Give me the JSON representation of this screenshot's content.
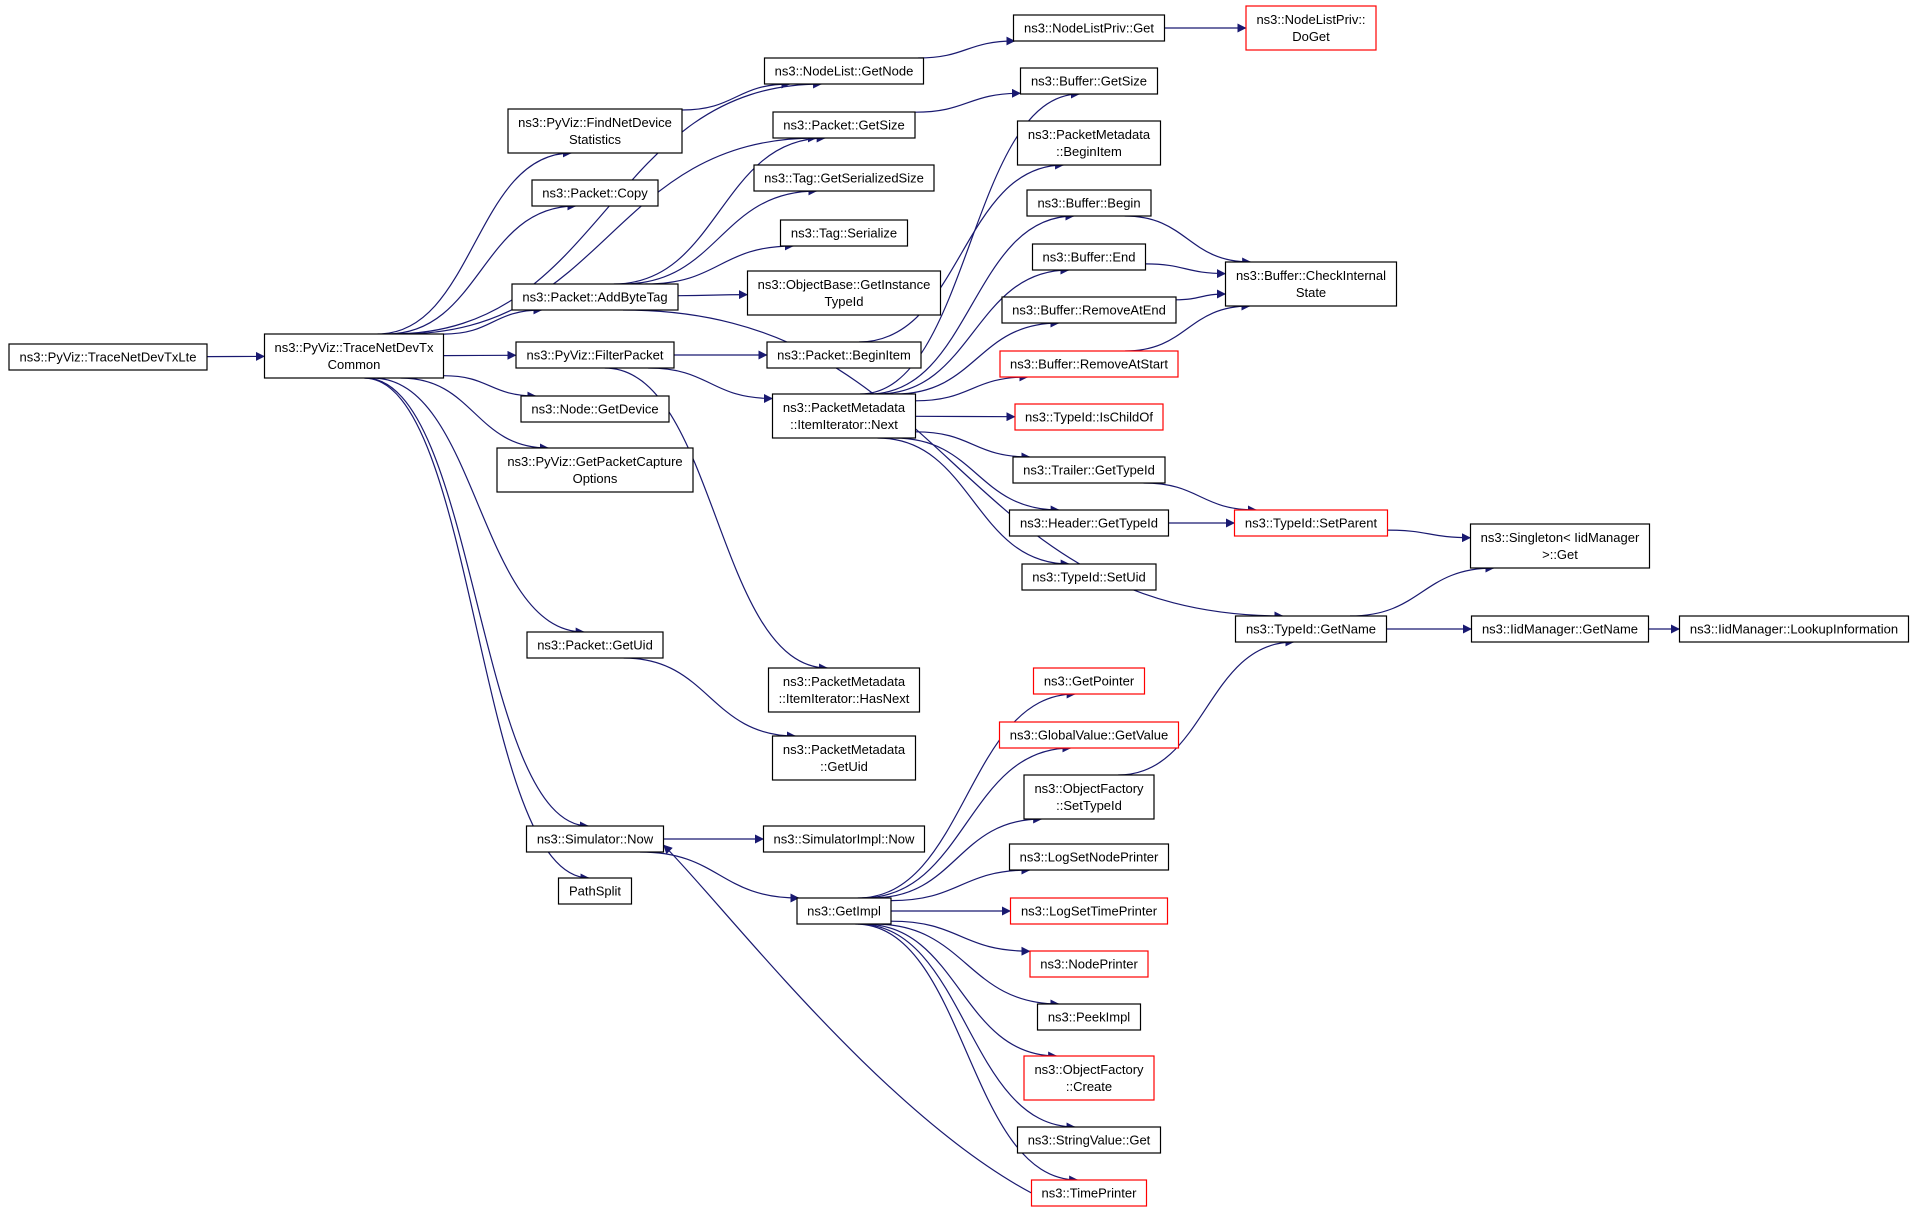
{
  "colors": {
    "edge": "#191970",
    "node_border": "#000000",
    "node_border_incomplete": "#ff0000",
    "root_fill": "#bfbfbf",
    "node_fill": "#ffffff",
    "text": "#000000"
  },
  "nodes": [
    {
      "id": "TraceNetDevTxLte",
      "lines": [
        "ns3::PyViz::TraceNetDevTxLte"
      ],
      "style": "root"
    },
    {
      "id": "TraceNetDevTxCommon",
      "lines": [
        "ns3::PyViz::TraceNetDevTx",
        "Common"
      ],
      "style": "normal"
    },
    {
      "id": "FindNetDeviceStatistics",
      "lines": [
        "ns3::PyViz::FindNetDevice",
        "Statistics"
      ],
      "style": "normal"
    },
    {
      "id": "PacketCopy",
      "lines": [
        "ns3::Packet::Copy"
      ],
      "style": "normal"
    },
    {
      "id": "PacketAddByteTag",
      "lines": [
        "ns3::Packet::AddByteTag"
      ],
      "style": "normal"
    },
    {
      "id": "FilterPacket",
      "lines": [
        "ns3::PyViz::FilterPacket"
      ],
      "style": "normal"
    },
    {
      "id": "NodeGetDevice",
      "lines": [
        "ns3::Node::GetDevice"
      ],
      "style": "normal"
    },
    {
      "id": "GetPacketCaptureOptions",
      "lines": [
        "ns3::PyViz::GetPacketCapture",
        "Options"
      ],
      "style": "normal"
    },
    {
      "id": "PacketGetUid",
      "lines": [
        "ns3::Packet::GetUid"
      ],
      "style": "normal"
    },
    {
      "id": "SimulatorNow",
      "lines": [
        "ns3::Simulator::Now"
      ],
      "style": "normal"
    },
    {
      "id": "PathSplit",
      "lines": [
        "PathSplit"
      ],
      "style": "normal"
    },
    {
      "id": "NodeListGetNode",
      "lines": [
        "ns3::NodeList::GetNode"
      ],
      "style": "normal"
    },
    {
      "id": "PacketGetSize",
      "lines": [
        "ns3::Packet::GetSize"
      ],
      "style": "normal"
    },
    {
      "id": "TagGetSerializedSize",
      "lines": [
        "ns3::Tag::GetSerializedSize"
      ],
      "style": "normal"
    },
    {
      "id": "TagSerialize",
      "lines": [
        "ns3::Tag::Serialize"
      ],
      "style": "normal"
    },
    {
      "id": "ObjectBaseGetInstanceTypeId",
      "lines": [
        "ns3::ObjectBase::GetInstance",
        "TypeId"
      ],
      "style": "normal"
    },
    {
      "id": "PacketBeginItem",
      "lines": [
        "ns3::Packet::BeginItem"
      ],
      "style": "normal"
    },
    {
      "id": "ItemIteratorNext",
      "lines": [
        "ns3::PacketMetadata",
        "::ItemIterator::Next"
      ],
      "style": "normal"
    },
    {
      "id": "ItemIteratorHasNext",
      "lines": [
        "ns3::PacketMetadata",
        "::ItemIterator::HasNext"
      ],
      "style": "normal"
    },
    {
      "id": "PacketMetadataGetUid",
      "lines": [
        "ns3::PacketMetadata",
        "::GetUid"
      ],
      "style": "normal"
    },
    {
      "id": "SimulatorImplNow",
      "lines": [
        "ns3::SimulatorImpl::Now"
      ],
      "style": "normal"
    },
    {
      "id": "GetImpl",
      "lines": [
        "ns3::GetImpl"
      ],
      "style": "normal"
    },
    {
      "id": "NodeListPrivGet",
      "lines": [
        "ns3::NodeListPriv::Get"
      ],
      "style": "normal"
    },
    {
      "id": "NodeListPrivDoGet",
      "lines": [
        "ns3::NodeListPriv::",
        "DoGet"
      ],
      "style": "incomplete"
    },
    {
      "id": "BufferGetSize",
      "lines": [
        "ns3::Buffer::GetSize"
      ],
      "style": "normal"
    },
    {
      "id": "PacketMetadataBeginItem",
      "lines": [
        "ns3::PacketMetadata",
        "::BeginItem"
      ],
      "style": "normal"
    },
    {
      "id": "BufferBegin",
      "lines": [
        "ns3::Buffer::Begin"
      ],
      "style": "normal"
    },
    {
      "id": "BufferEnd",
      "lines": [
        "ns3::Buffer::End"
      ],
      "style": "normal"
    },
    {
      "id": "BufferRemoveAtEnd",
      "lines": [
        "ns3::Buffer::RemoveAtEnd"
      ],
      "style": "normal"
    },
    {
      "id": "BufferRemoveAtStart",
      "lines": [
        "ns3::Buffer::RemoveAtStart"
      ],
      "style": "incomplete"
    },
    {
      "id": "TypeIdIsChildOf",
      "lines": [
        "ns3::TypeId::IsChildOf"
      ],
      "style": "incomplete"
    },
    {
      "id": "TrailerGetTypeId",
      "lines": [
        "ns3::Trailer::GetTypeId"
      ],
      "style": "normal"
    },
    {
      "id": "HeaderGetTypeId",
      "lines": [
        "ns3::Header::GetTypeId"
      ],
      "style": "normal"
    },
    {
      "id": "TypeIdSetUid",
      "lines": [
        "ns3::TypeId::SetUid"
      ],
      "style": "normal"
    },
    {
      "id": "BufferCheckInternalState",
      "lines": [
        "ns3::Buffer::CheckInternal",
        "State"
      ],
      "style": "normal"
    },
    {
      "id": "TypeIdSetParent",
      "lines": [
        "ns3::TypeId::SetParent"
      ],
      "style": "incomplete"
    },
    {
      "id": "TypeIdGetName",
      "lines": [
        "ns3::TypeId::GetName"
      ],
      "style": "normal"
    },
    {
      "id": "SingletonIidManagerGet",
      "lines": [
        "ns3::Singleton< IidManager",
        ">::Get"
      ],
      "style": "normal"
    },
    {
      "id": "IidManagerGetName",
      "lines": [
        "ns3::IidManager::GetName"
      ],
      "style": "normal"
    },
    {
      "id": "IidManagerLookupInformation",
      "lines": [
        "ns3::IidManager::LookupInformation"
      ],
      "style": "normal"
    },
    {
      "id": "GetPointer",
      "lines": [
        "ns3::GetPointer"
      ],
      "style": "incomplete"
    },
    {
      "id": "GlobalValueGetValue",
      "lines": [
        "ns3::GlobalValue::GetValue"
      ],
      "style": "incomplete"
    },
    {
      "id": "ObjectFactorySetTypeId",
      "lines": [
        "ns3::ObjectFactory",
        "::SetTypeId"
      ],
      "style": "normal"
    },
    {
      "id": "LogSetNodePrinter",
      "lines": [
        "ns3::LogSetNodePrinter"
      ],
      "style": "normal"
    },
    {
      "id": "LogSetTimePrinter",
      "lines": [
        "ns3::LogSetTimePrinter"
      ],
      "style": "incomplete"
    },
    {
      "id": "NodePrinter",
      "lines": [
        "ns3::NodePrinter"
      ],
      "style": "incomplete"
    },
    {
      "id": "PeekImpl",
      "lines": [
        "ns3::PeekImpl"
      ],
      "style": "normal"
    },
    {
      "id": "ObjectFactoryCreate",
      "lines": [
        "ns3::ObjectFactory",
        "::Create"
      ],
      "style": "incomplete"
    },
    {
      "id": "StringValueGet",
      "lines": [
        "ns3::StringValue::Get"
      ],
      "style": "normal"
    },
    {
      "id": "TimePrinter",
      "lines": [
        "ns3::TimePrinter"
      ],
      "style": "incomplete"
    }
  ],
  "edges": [
    [
      "TraceNetDevTxLte",
      "TraceNetDevTxCommon"
    ],
    [
      "TraceNetDevTxCommon",
      "NodeListGetNode"
    ],
    [
      "TraceNetDevTxCommon",
      "FindNetDeviceStatistics"
    ],
    [
      "TraceNetDevTxCommon",
      "PacketCopy"
    ],
    [
      "TraceNetDevTxCommon",
      "PacketGetSize"
    ],
    [
      "TraceNetDevTxCommon",
      "PacketAddByteTag"
    ],
    [
      "TraceNetDevTxCommon",
      "FilterPacket"
    ],
    [
      "TraceNetDevTxCommon",
      "NodeGetDevice"
    ],
    [
      "TraceNetDevTxCommon",
      "GetPacketCaptureOptions"
    ],
    [
      "TraceNetDevTxCommon",
      "PacketGetUid"
    ],
    [
      "TraceNetDevTxCommon",
      "SimulatorNow"
    ],
    [
      "TraceNetDevTxCommon",
      "PathSplit"
    ],
    [
      "FindNetDeviceStatistics",
      "NodeListGetNode"
    ],
    [
      "NodeListGetNode",
      "NodeListPrivGet"
    ],
    [
      "NodeListPrivGet",
      "NodeListPrivDoGet"
    ],
    [
      "PacketGetSize",
      "BufferGetSize"
    ],
    [
      "PacketAddByteTag",
      "PacketGetSize"
    ],
    [
      "PacketAddByteTag",
      "TagGetSerializedSize"
    ],
    [
      "PacketAddByteTag",
      "TagSerialize"
    ],
    [
      "PacketAddByteTag",
      "ObjectBaseGetInstanceTypeId"
    ],
    [
      "PacketAddByteTag",
      "TypeIdGetName"
    ],
    [
      "FilterPacket",
      "PacketBeginItem"
    ],
    [
      "FilterPacket",
      "ItemIteratorNext"
    ],
    [
      "FilterPacket",
      "ItemIteratorHasNext"
    ],
    [
      "PacketBeginItem",
      "PacketMetadataBeginItem"
    ],
    [
      "ItemIteratorNext",
      "BufferGetSize"
    ],
    [
      "ItemIteratorNext",
      "BufferBegin"
    ],
    [
      "ItemIteratorNext",
      "BufferEnd"
    ],
    [
      "ItemIteratorNext",
      "BufferRemoveAtEnd"
    ],
    [
      "ItemIteratorNext",
      "BufferRemoveAtStart"
    ],
    [
      "ItemIteratorNext",
      "TypeIdIsChildOf"
    ],
    [
      "ItemIteratorNext",
      "TrailerGetTypeId"
    ],
    [
      "ItemIteratorNext",
      "HeaderGetTypeId"
    ],
    [
      "ItemIteratorNext",
      "TypeIdSetUid"
    ],
    [
      "BufferBegin",
      "BufferCheckInternalState"
    ],
    [
      "BufferEnd",
      "BufferCheckInternalState"
    ],
    [
      "BufferRemoveAtEnd",
      "BufferCheckInternalState"
    ],
    [
      "BufferRemoveAtStart",
      "BufferCheckInternalState"
    ],
    [
      "TrailerGetTypeId",
      "TypeIdSetParent"
    ],
    [
      "HeaderGetTypeId",
      "TypeIdSetParent"
    ],
    [
      "TypeIdSetParent",
      "SingletonIidManagerGet"
    ],
    [
      "TypeIdGetName",
      "SingletonIidManagerGet"
    ],
    [
      "TypeIdGetName",
      "IidManagerGetName"
    ],
    [
      "IidManagerGetName",
      "IidManagerLookupInformation"
    ],
    [
      "PacketGetUid",
      "PacketMetadataGetUid"
    ],
    [
      "SimulatorNow",
      "SimulatorImplNow"
    ],
    [
      "SimulatorNow",
      "GetImpl"
    ],
    [
      "GetImpl",
      "GetPointer"
    ],
    [
      "GetImpl",
      "GlobalValueGetValue"
    ],
    [
      "GetImpl",
      "ObjectFactorySetTypeId"
    ],
    [
      "GetImpl",
      "LogSetNodePrinter"
    ],
    [
      "GetImpl",
      "LogSetTimePrinter"
    ],
    [
      "GetImpl",
      "NodePrinter"
    ],
    [
      "GetImpl",
      "PeekImpl"
    ],
    [
      "GetImpl",
      "ObjectFactoryCreate"
    ],
    [
      "GetImpl",
      "StringValueGet"
    ],
    [
      "GetImpl",
      "TimePrinter"
    ],
    [
      "ObjectFactorySetTypeId",
      "TypeIdGetName"
    ],
    [
      "TimePrinter",
      "SimulatorNow"
    ]
  ]
}
